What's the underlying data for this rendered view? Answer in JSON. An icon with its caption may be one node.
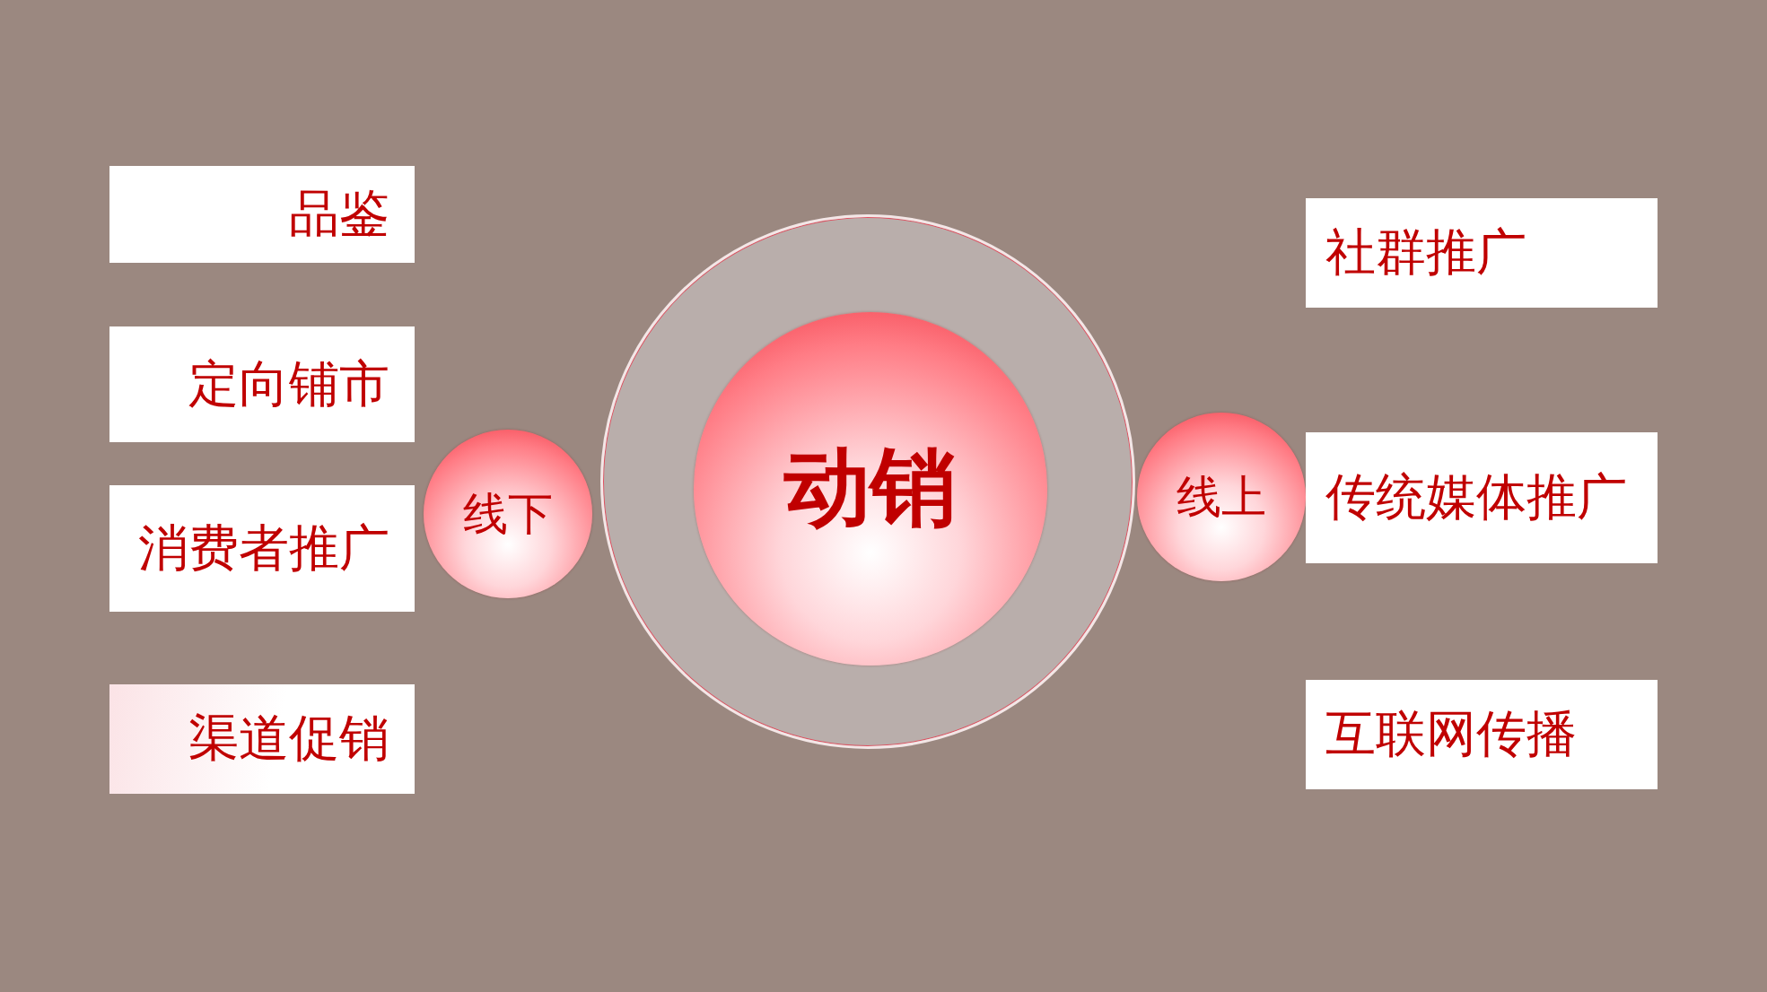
{
  "diagram": {
    "nodes": [
      {
        "text": [],
        "shape": "circle"
      },
      {
        "text": [
          "动销"
        ],
        "in": 0
      },
      {
        "text": [
          "线下"
        ]
      },
      {
        "text": [
          "线上"
        ]
      },
      {
        "text": [
          "品鉴"
        ]
      },
      {
        "text": [
          "定向铺市"
        ]
      },
      {
        "text": [
          "消费者推广"
        ]
      },
      {
        "text": [
          "渠道促销"
        ]
      },
      {
        "text": [
          "社群推广"
        ]
      },
      {
        "text": [
          "传统媒体推广"
        ]
      },
      {
        "text": [
          "互联网传播"
        ]
      }
    ]
  }
}
